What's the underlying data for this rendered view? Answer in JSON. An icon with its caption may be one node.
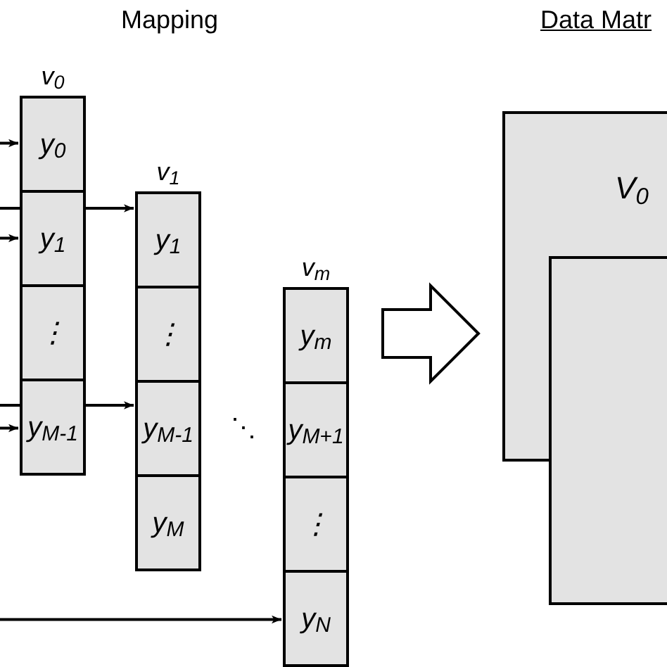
{
  "diagram": {
    "title": "Mapping",
    "nodes": [
      {
        "text": [
          "v$_{0}$"
        ]
      },
      {
        "text": [
          "y$_{0}$"
        ],
        "in": 0
      },
      {
        "text": [
          "y$_{1}$"
        ],
        "in": 0
      },
      {
        "text": [
          "⋮"
        ],
        "in": 0
      },
      {
        "text": [
          "y$_{M-1}$"
        ],
        "in": 0
      },
      {
        "text": [
          "v$_{1}$"
        ]
      },
      {
        "text": [
          "y$_{1}$"
        ],
        "in": 5
      },
      {
        "text": [
          "⋮"
        ],
        "in": 5
      },
      {
        "text": [
          "y$_{M-1}$"
        ],
        "in": 5
      },
      {
        "text": [
          "y$_{M}$"
        ],
        "in": 5
      },
      {
        "text": [
          "v$_{m}$"
        ]
      },
      {
        "text": [
          "y$_{m}$"
        ],
        "in": 10
      },
      {
        "text": [
          "y$_{M+1}$"
        ],
        "in": 10
      },
      {
        "text": [
          "⋮"
        ],
        "in": 10
      },
      {
        "text": [
          "y$_{N}$"
        ],
        "in": 10
      },
      {
        "text": [
          "V$_{0}$"
        ]
      },
      {
        "text": [],
        "shape": "box"
      }
    ],
    "edges": [
      {
        "from": null,
        "to": 1,
        "arrow": "to"
      },
      {
        "from": null,
        "to": 6,
        "arrow": "to"
      },
      {
        "from": null,
        "to": 2,
        "arrow": "to"
      },
      {
        "from": null,
        "to": 4,
        "arrow": "to"
      },
      {
        "from": null,
        "to": 8,
        "arrow": "to"
      },
      {
        "from": null,
        "to": 14,
        "arrow": "to"
      },
      {
        "from": 10,
        "to": 15,
        "arrow": "to",
        "style": "thick"
      }
    ],
    "labels": [
      "Data Matr",
      "⋱"
    ]
  }
}
